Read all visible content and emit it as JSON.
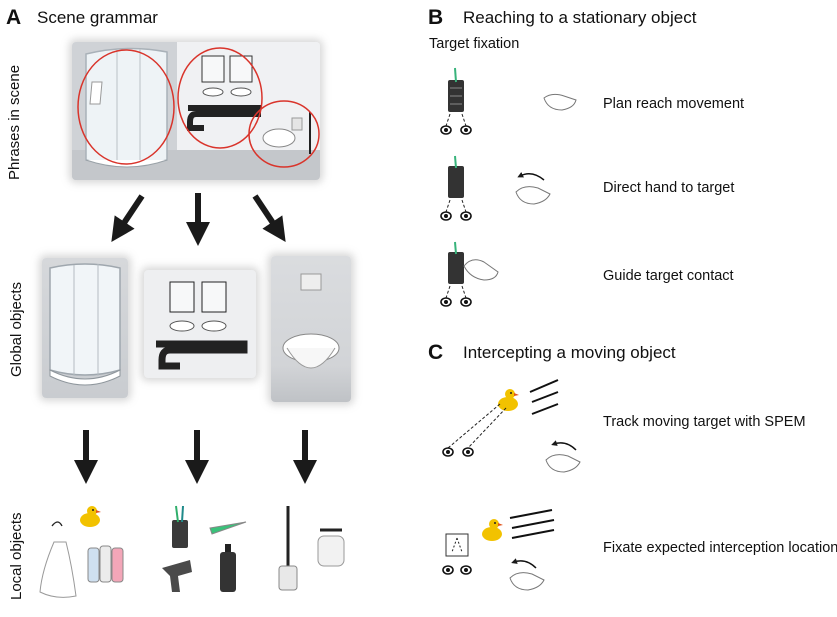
{
  "panel_a": {
    "letter": "A",
    "title": "Scene grammar",
    "row_labels": [
      "Phrases in scene",
      "Global objects",
      "Local objects"
    ]
  },
  "panel_b": {
    "letter": "B",
    "title": "Reaching to a stationary object",
    "subtitle": "Target fixation",
    "steps": [
      "Plan reach movement",
      "Direct hand to target",
      "Guide target contact"
    ]
  },
  "panel_c": {
    "letter": "C",
    "title": "Intercepting a moving object",
    "steps": [
      "Track moving target with SPEM",
      "Fixate expected interception location"
    ]
  },
  "colors": {
    "highlight_ring": "#d9342b",
    "arrow": "#1a1a1a",
    "duck": "#f2c200",
    "beak": "#e0521a"
  },
  "icons": [
    "duck-icon",
    "eyes-icon",
    "hand-icon",
    "towel-icon",
    "bottles-icon",
    "toothbrush-cup-icon",
    "hairdryer-icon",
    "soap-dispenser-icon",
    "toilet-brush-icon",
    "toilet-paper-icon"
  ]
}
